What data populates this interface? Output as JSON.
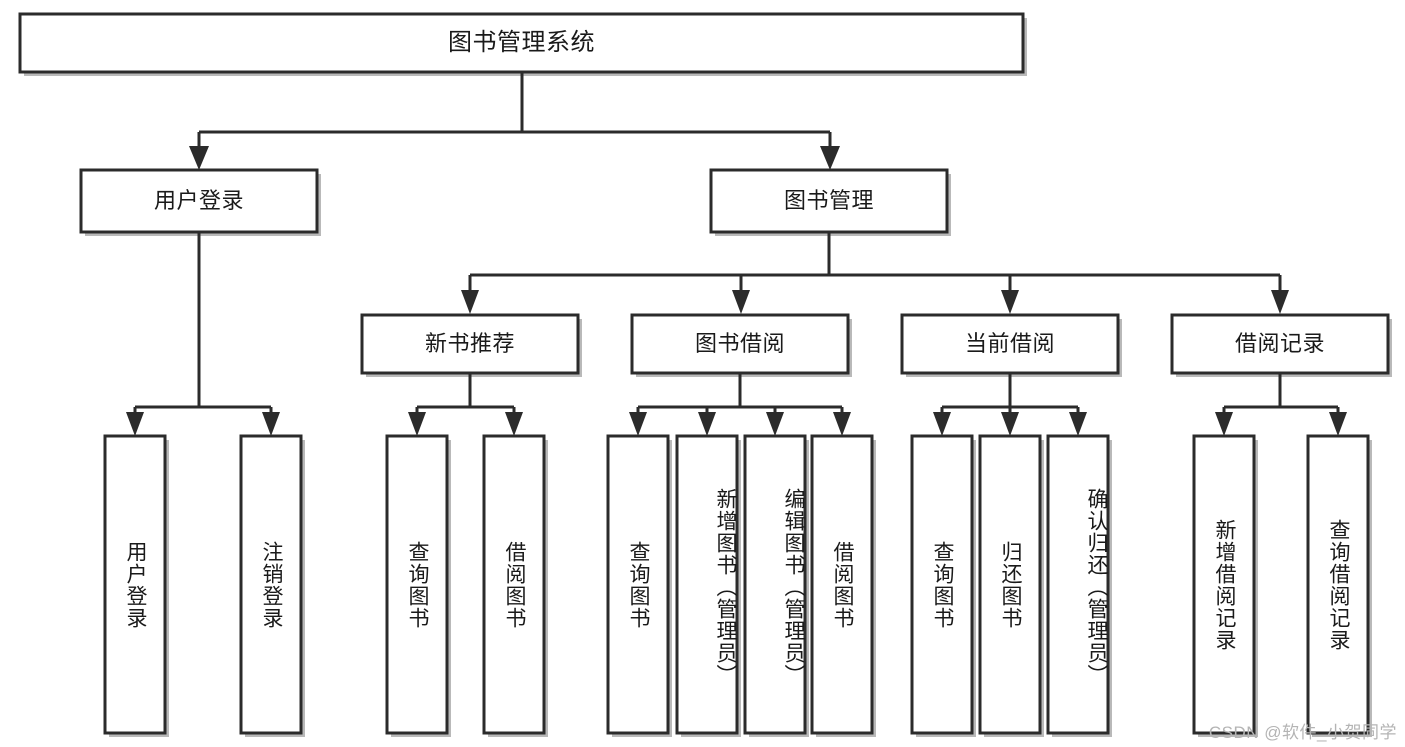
{
  "diagram": {
    "type": "tree-hierarchy",
    "title": "图书管理系统",
    "watermark": "CSDN @软件_小贺同学",
    "colors": {
      "background": "#ffffff",
      "box_stroke": "#2b2b2b",
      "box_fill": "#ffffff",
      "box_shadow": "#b9b9b9",
      "text": "#1a1a1a",
      "watermark": "#b4b4b4"
    },
    "levels": {
      "root": {
        "label": "图书管理系统"
      },
      "level2": [
        {
          "label": "用户登录"
        },
        {
          "label": "图书管理"
        }
      ],
      "level3": [
        {
          "label": "新书推荐"
        },
        {
          "label": "图书借阅"
        },
        {
          "label": "当前借阅"
        },
        {
          "label": "借阅记录"
        }
      ],
      "leaves": {
        "user_login": [
          {
            "label": "用户登录"
          },
          {
            "label": "注销登录"
          }
        ],
        "new_book_recommend": [
          {
            "label": "查询图书"
          },
          {
            "label": "借阅图书"
          }
        ],
        "book_borrow": [
          {
            "label": "查询图书"
          },
          {
            "label": "新增图书（管理员）"
          },
          {
            "label": "编辑图书（管理员）"
          },
          {
            "label": "借阅图书"
          }
        ],
        "current_borrow": [
          {
            "label": "查询图书"
          },
          {
            "label": "归还图书"
          },
          {
            "label": "确认归还（管理员）"
          }
        ],
        "borrow_record": [
          {
            "label": "新增借阅记录"
          },
          {
            "label": "查询借阅记录"
          }
        ]
      }
    }
  }
}
